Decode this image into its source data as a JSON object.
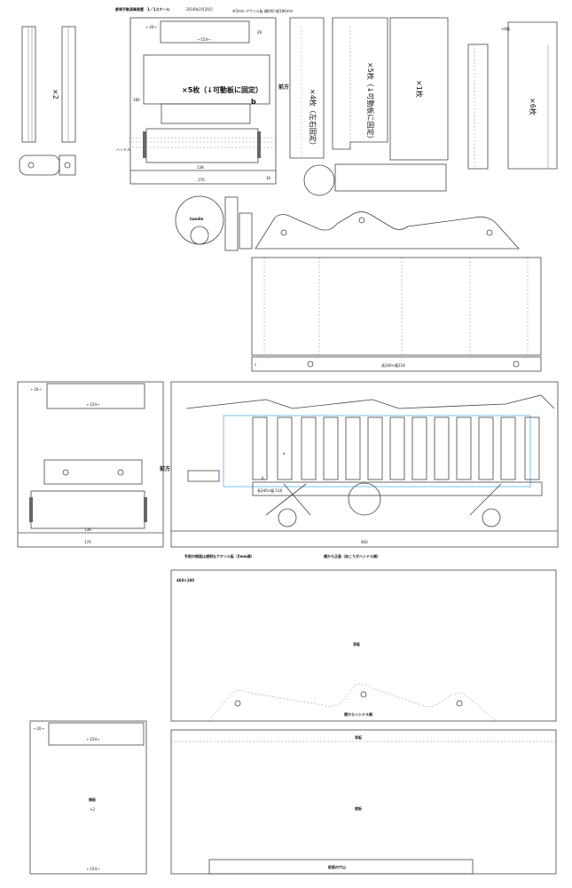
{
  "header": {
    "title": "鉄琴手動演奏装置　1／1スケール",
    "date": "2016年2月20日",
    "note": "※5mm アクリル板 横460 縦180mm"
  },
  "labels": {
    "x2": "×2",
    "x5_fixed_moving": "×5枚（↓可動板に固定）",
    "x4_fixed": "×4枚（左右固定）",
    "x5_fixed_moving_b": "×5枚（↓可動板に固定）",
    "x1": "×1枚",
    "x6": "×6枚",
    "x6_small": "×6個",
    "front": "前方",
    "handle": "handle",
    "handle_jp": "ハンドル",
    "shaft": "長340×幅118",
    "shaft2": "長340×幅 118",
    "a": "a",
    "b": "b",
    "c": "c"
  },
  "dims": {
    "d20": "←20→",
    "d154": "←154→",
    "d170": "170",
    "d138": "138",
    "d180": "180",
    "d460": "460",
    "d16": "16",
    "d29": "29"
  },
  "captions": {
    "acrylic": "手前の側面は透明なアクリル板（5mm厚）",
    "side_front": "横から正面（向こうがハンドル側）",
    "size": "460×180",
    "back_panel": "背板",
    "from_handle": "横からハンドル側",
    "side_panel": "側板",
    "side_x2": "×2",
    "back_panel_2": "背板",
    "bottom_panel": "底板",
    "front_hole": "前面の穴山"
  }
}
